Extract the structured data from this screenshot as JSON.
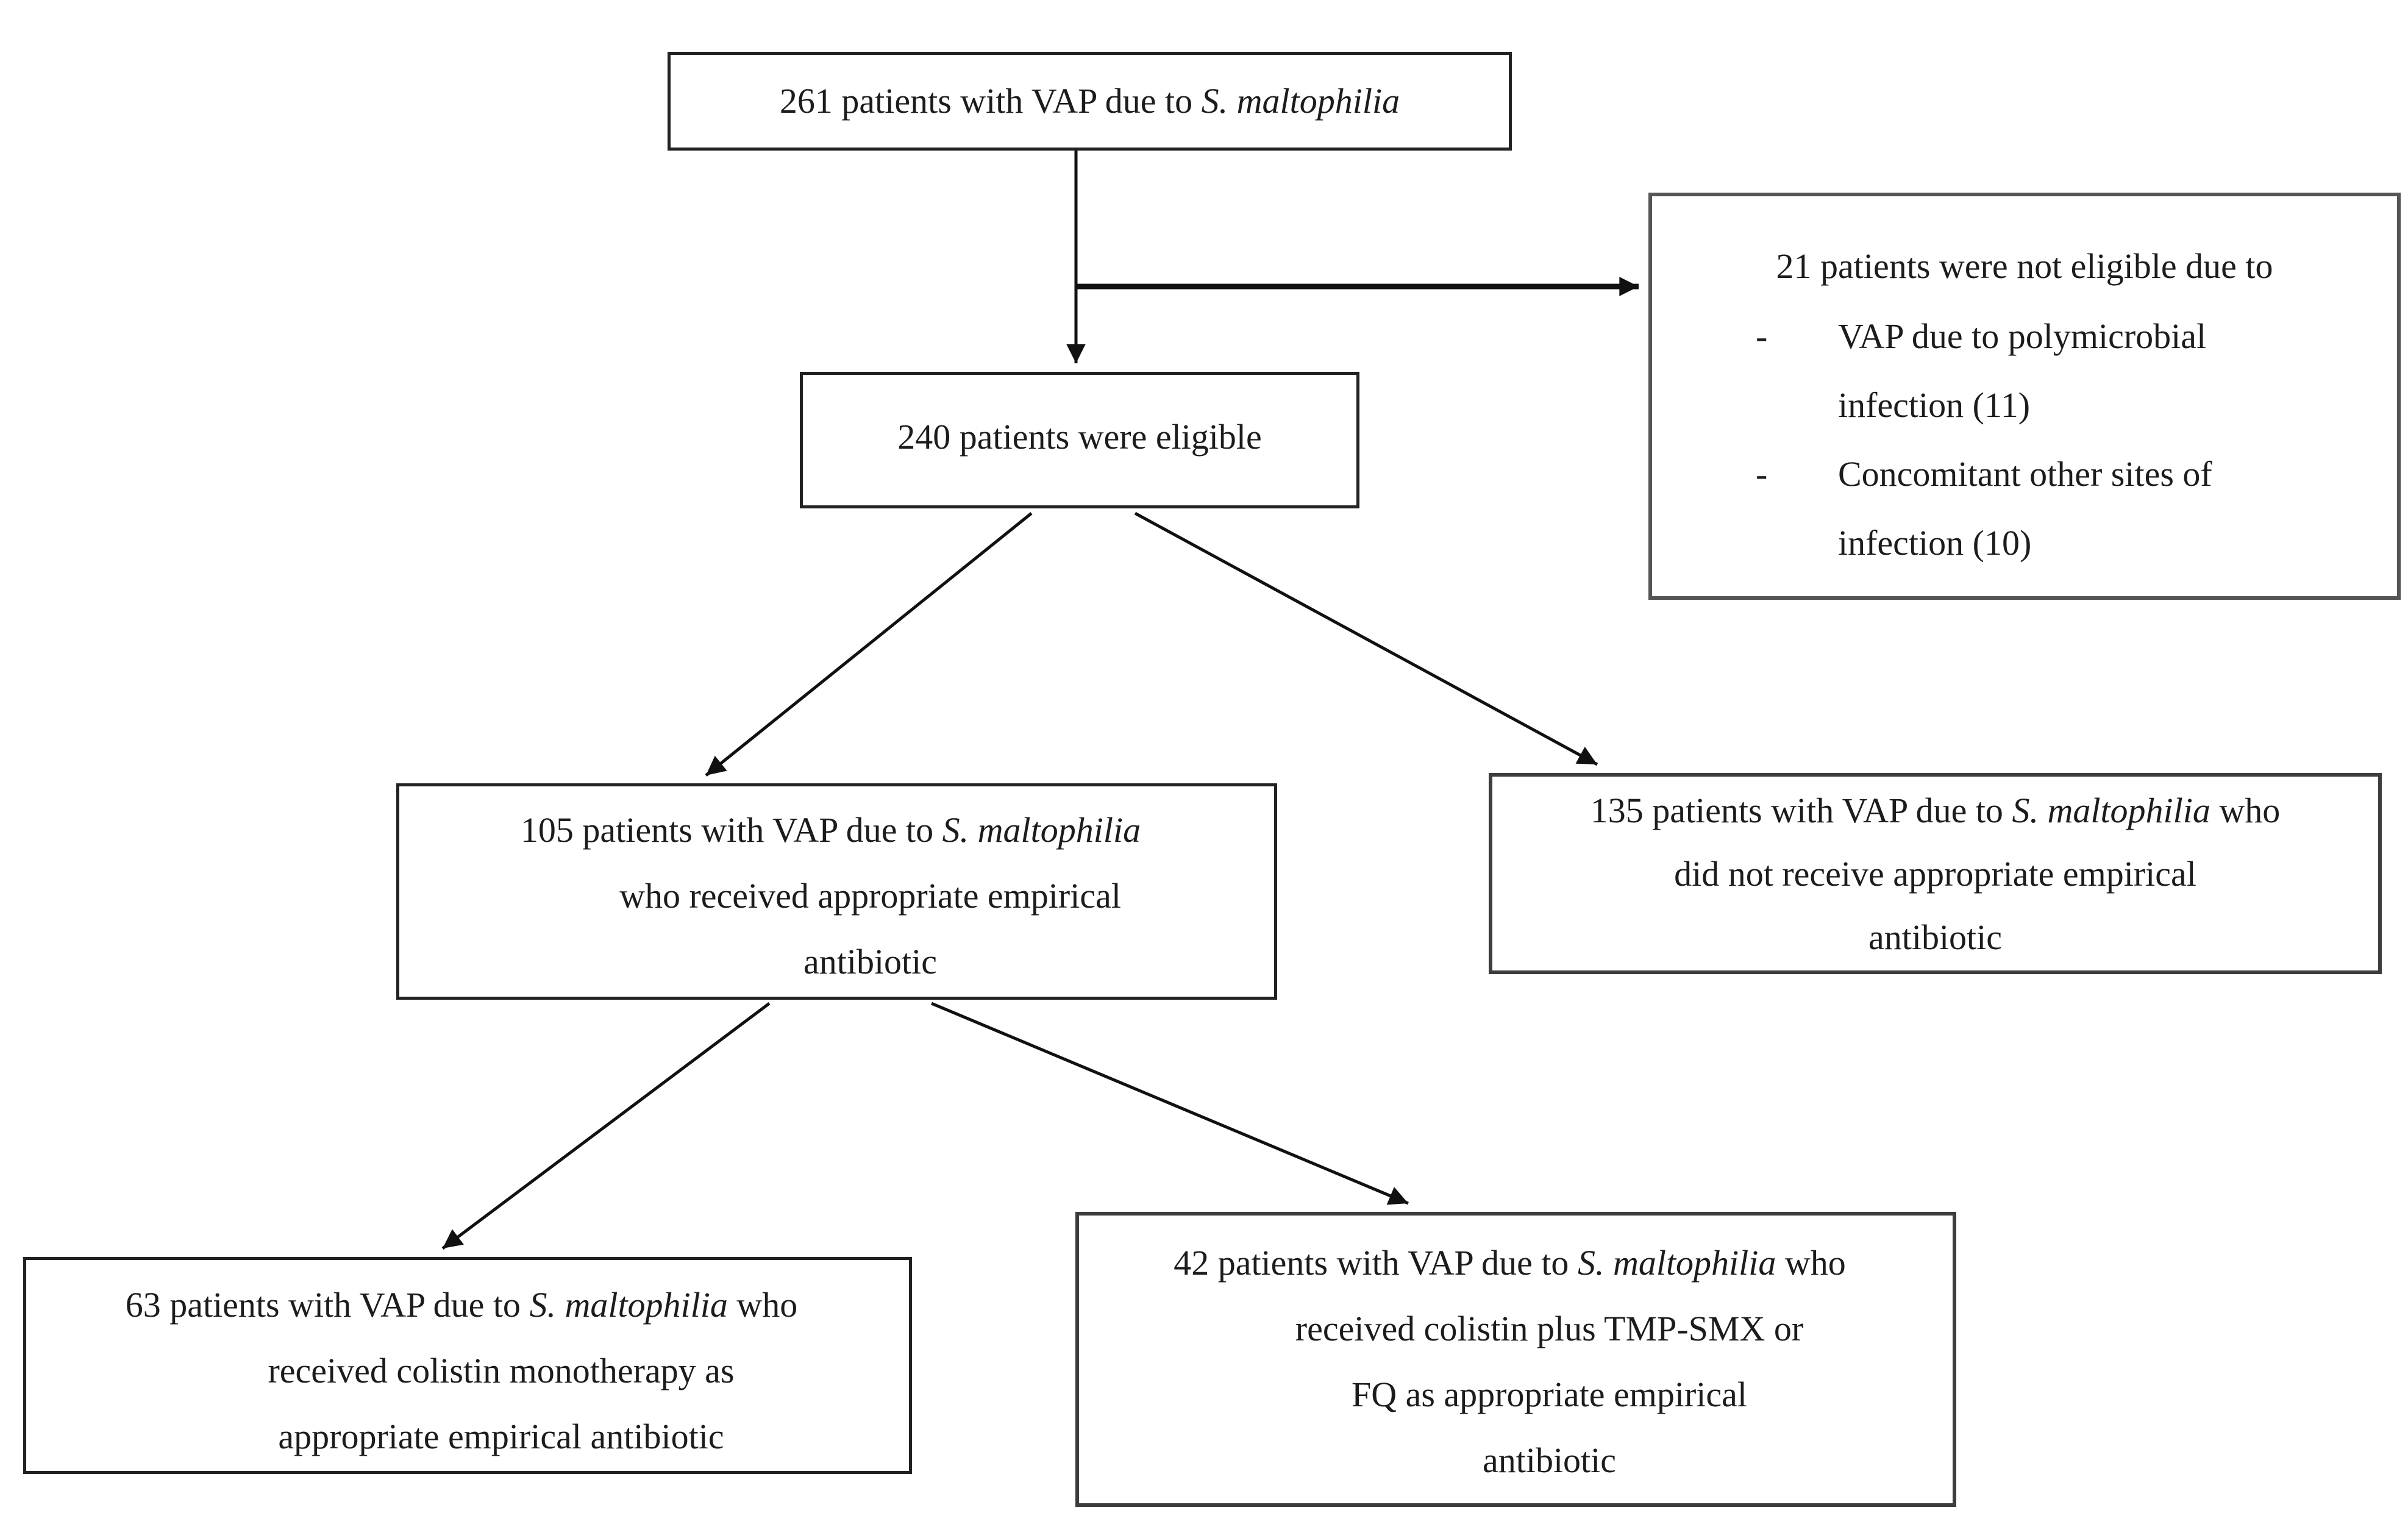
{
  "figure": {
    "type": "patient-flow-diagram",
    "background_color": "#ffffff",
    "line_color": "#111111",
    "box_border_color": "#222222"
  },
  "boxes": {
    "b261": {
      "segments": [
        {
          "text": "261 patients with VAP due to "
        },
        {
          "text": "S. maltophilia",
          "italic": true
        }
      ]
    },
    "b21": {
      "title": "21 patients were not eligible due to",
      "bullets": [
        {
          "marker": "-",
          "lines": [
            "VAP due to polymicrobial",
            "infection (11)"
          ]
        },
        {
          "marker": "-",
          "lines": [
            "Concomitant other sites of",
            "infection (10)"
          ]
        }
      ]
    },
    "b240": {
      "text": "240 patients were eligible"
    },
    "b105": {
      "lines": [
        {
          "segments": [
            {
              "text": "105 patients with VAP due to "
            },
            {
              "text": "S. maltophilia",
              "italic": true
            }
          ]
        },
        {
          "segments": [
            {
              "text": "who received appropriate empirical"
            }
          ]
        },
        {
          "segments": [
            {
              "text": "antibiotic"
            }
          ]
        }
      ]
    },
    "b135": {
      "lines": [
        {
          "segments": [
            {
              "text": "135 patients with VAP due to "
            },
            {
              "text": "S. maltophilia",
              "italic": true
            },
            {
              "text": " who"
            }
          ]
        },
        {
          "segments": [
            {
              "text": "did not receive appropriate empirical"
            }
          ]
        },
        {
          "segments": [
            {
              "text": "antibiotic"
            }
          ]
        }
      ]
    },
    "b63": {
      "lines": [
        {
          "segments": [
            {
              "text": "63 patients with VAP due to "
            },
            {
              "text": "S. maltophilia",
              "italic": true
            },
            {
              "text": " who"
            }
          ]
        },
        {
          "segments": [
            {
              "text": "received colistin monotherapy as"
            }
          ]
        },
        {
          "segments": [
            {
              "text": "appropriate empirical antibiotic"
            }
          ]
        }
      ]
    },
    "b42": {
      "lines": [
        {
          "segments": [
            {
              "text": "42 patients with VAP due to "
            },
            {
              "text": "S. maltophilia",
              "italic": true
            },
            {
              "text": " who"
            }
          ]
        },
        {
          "segments": [
            {
              "text": "received colistin plus TMP-SMX or"
            }
          ]
        },
        {
          "segments": [
            {
              "text": "FQ as appropriate empirical"
            }
          ]
        },
        {
          "segments": [
            {
              "text": "antibiotic"
            }
          ]
        }
      ]
    }
  }
}
